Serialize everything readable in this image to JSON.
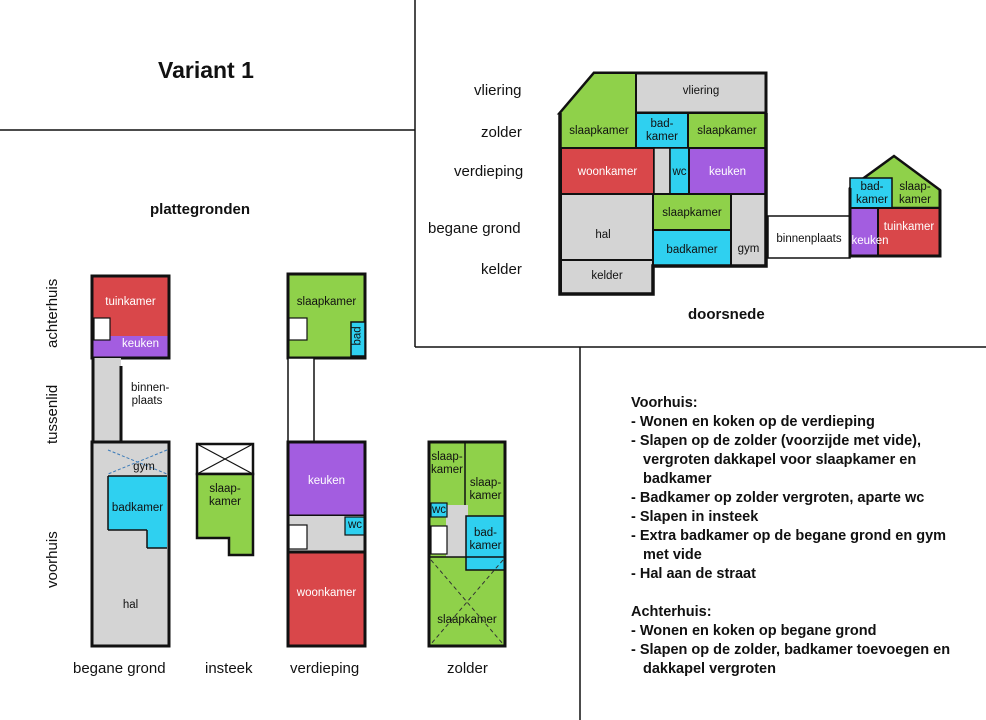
{
  "title": "Variant 1",
  "plans_heading": "plattegronden",
  "section_heading": "doorsnede",
  "side_labels": {
    "achterhuis": "achterhuis",
    "tussenlid": "tussenlid",
    "voorhuis": "voorhuis"
  },
  "floor_labels": {
    "begane_grond": "begane grond",
    "insteek": "insteek",
    "verdieping": "verdieping",
    "zolder": "zolder"
  },
  "level_labels": {
    "vliering": "vliering",
    "zolder": "zolder",
    "verdieping": "verdieping",
    "begane_grond": "begane grond",
    "kelder": "kelder"
  },
  "rooms": {
    "tuinkamer": "tuinkamer",
    "keuken": "keuken",
    "binnenplaats": "binnen-\nplaats",
    "gym": "gym",
    "badkamer": "badkamer",
    "hal": "hal",
    "slaapkamer": "slaapkamer",
    "bad": "bad",
    "wc": "wc",
    "woonkamer": "woonkamer",
    "slaap_kamer_split": "slaap-\nkamer",
    "bad_kamer_split": "bad-\nkamer",
    "vliering": "vliering",
    "kelder": "kelder",
    "binnenplaats_section": "binnenplaats"
  },
  "colors": {
    "red": "#d9474a",
    "purple": "#a35de0",
    "green": "#8fd14a",
    "cyan": "#2fd0f0",
    "grey": "#d4d4d4",
    "line": "#111111"
  },
  "notes": {
    "voorhuis_heading": "Voorhuis:",
    "voorhuis_items": [
      "- Wonen en koken op de verdieping",
      "- Slapen op de zolder (voorzijde met vide), vergroten dakkapel voor slaapkamer en badkamer",
      "- Badkamer op zolder vergroten, aparte wc",
      "- Slapen in insteek",
      "- Extra badkamer op de begane grond en gym met vide",
      "- Hal aan de straat"
    ],
    "achterhuis_heading": "Achterhuis:",
    "achterhuis_items": [
      "- Wonen en koken op begane grond",
      "- Slapen op de zolder, badkamer toevoegen en dakkapel vergroten"
    ]
  }
}
